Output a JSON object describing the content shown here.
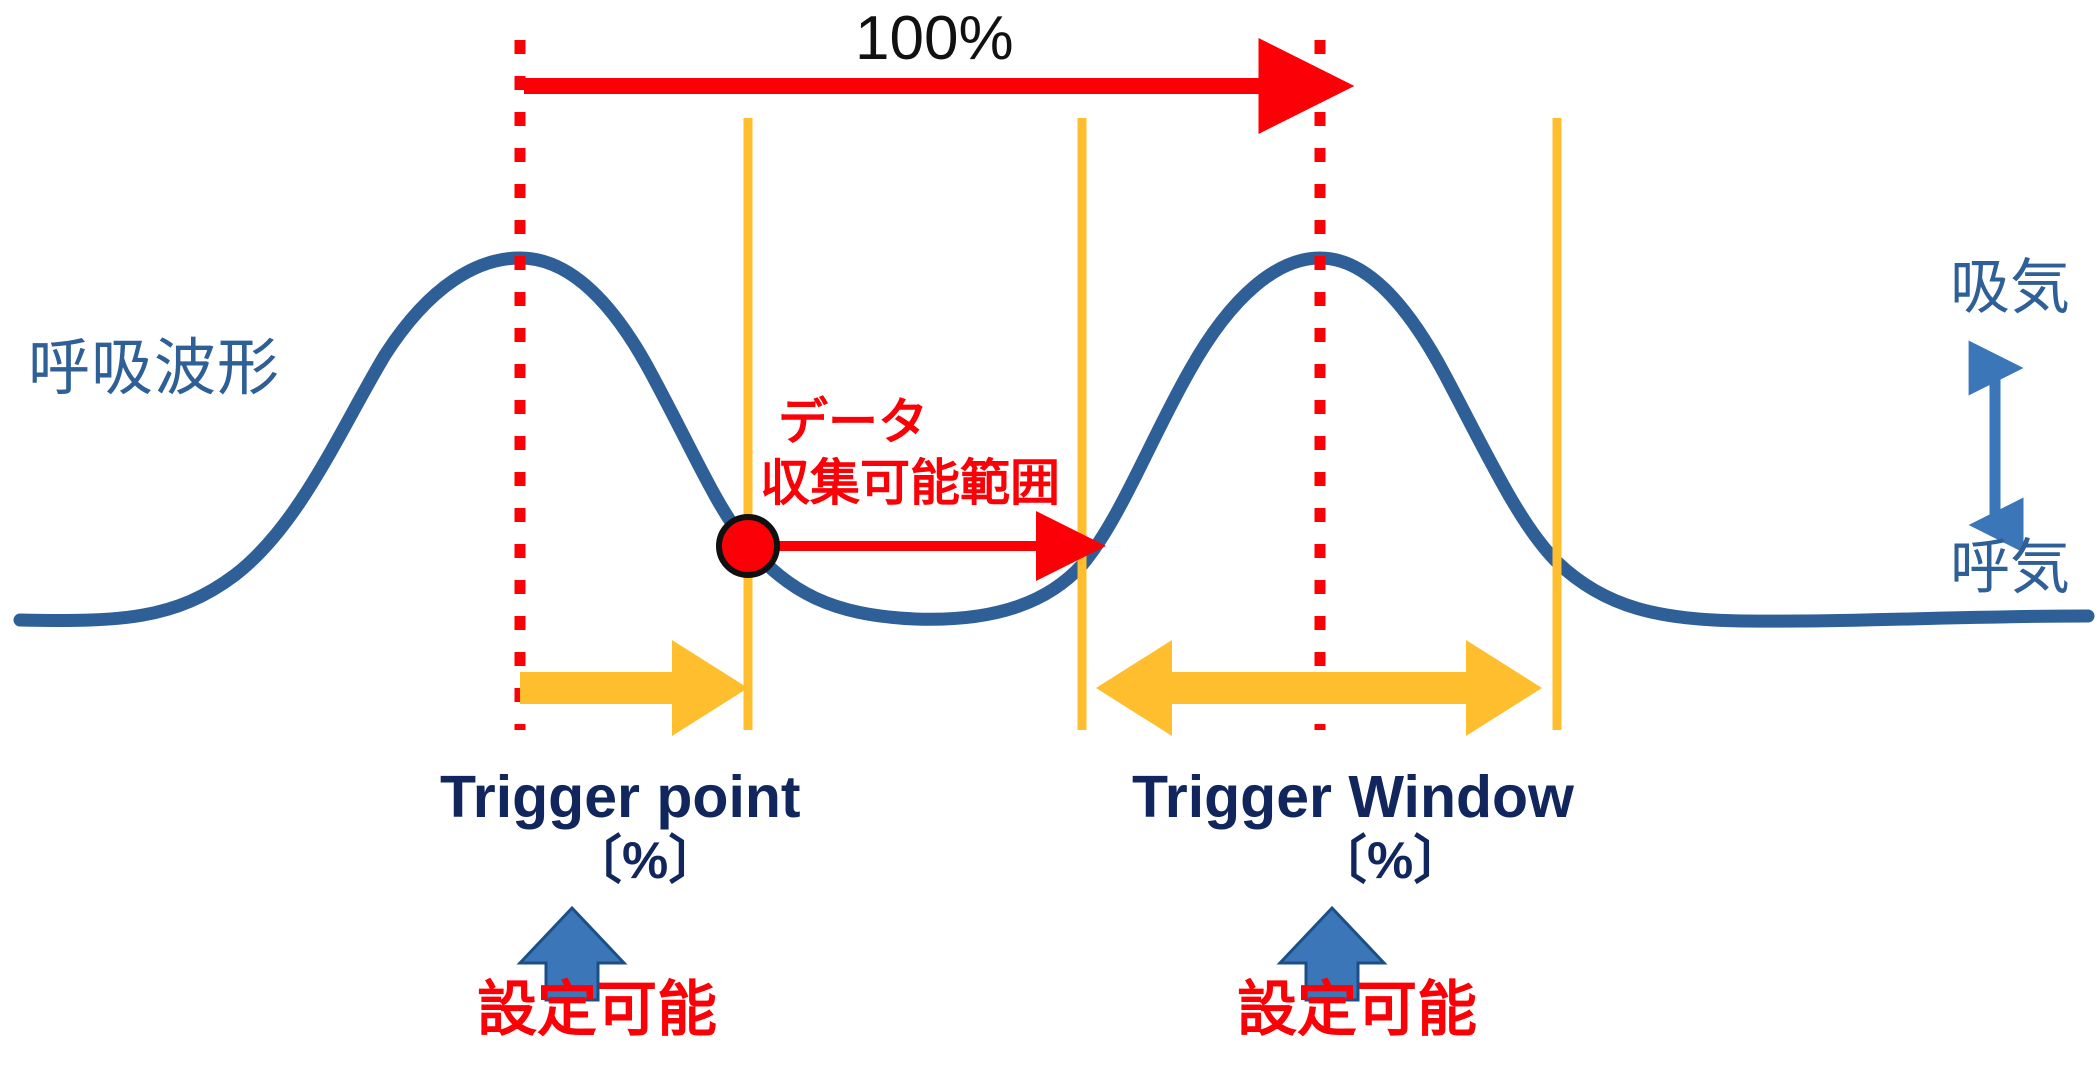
{
  "diagram": {
    "title_text": "100%",
    "waveform_label": "呼吸波形",
    "data_range_line1": "データ",
    "data_range_line2": "収集可能範囲",
    "trigger_point_label": "Trigger point",
    "trigger_point_unit": "〔%〕",
    "trigger_window_label": "Trigger Window",
    "trigger_window_unit": "〔%〕",
    "settable_left": "設定可能",
    "settable_right": "設定可能",
    "inhale_label": "吸気",
    "exhale_label": "呼気",
    "icons": {
      "up_arrow_left": "up-arrow-icon",
      "up_arrow_right": "up-arrow-icon",
      "vertical_double_arrow": "double-arrow-vertical-icon",
      "trigger_point_arrow": "right-arrow-icon",
      "trigger_window_arrow": "double-arrow-horizontal-icon",
      "data_range_arrow": "right-arrow-icon",
      "cycle_arrow": "right-arrow-icon",
      "trigger_marker": "red-dot-marker-icon"
    },
    "colors": {
      "waveform": "#2f5f97",
      "accent_red": "#fb0007",
      "accent_orange": "#ffbe2e",
      "navy_text": "#10265c",
      "blue_arrow": "#3a76b8",
      "black_text": "#111111",
      "background": "#ffffff"
    },
    "geometry": {
      "red_dashed_line_x": [
        520,
        1320
      ],
      "orange_line_x": [
        748,
        1082,
        1557
      ],
      "peak_y": 258,
      "baseline_y": 612,
      "trough_y": 618
    }
  },
  "chart_data": {
    "type": "line",
    "title": "100%",
    "xlabel": "",
    "ylabel": "",
    "series": [
      {
        "name": "呼吸波形",
        "description": "Periodic respiratory waveform with two inspiratory peaks",
        "points_x": [
          20,
          120,
          230,
          330,
          420,
          520,
          620,
          700,
          748,
          830,
          950,
          1082,
          1180,
          1250,
          1320,
          1400,
          1480,
          1557,
          1650,
          1780,
          1900,
          2000,
          2080
        ],
        "points_y": [
          618,
          612,
          575,
          470,
          330,
          258,
          370,
          490,
          545,
          600,
          618,
          570,
          450,
          330,
          258,
          350,
          480,
          560,
          600,
          618,
          612,
          615,
          615
        ]
      }
    ],
    "markers": [
      {
        "name": "trigger-point-marker",
        "x": 748,
        "y": 545,
        "color": "#fb0007",
        "label": ""
      }
    ],
    "annotations": [
      {
        "name": "cycle-span",
        "label": "100%",
        "from_x": 520,
        "to_x": 1320,
        "y": 68,
        "color": "#fb0007"
      },
      {
        "name": "data-collection-range",
        "label": "データ 収集可能範囲",
        "from_x": 748,
        "to_x": 1082,
        "y": 545,
        "color": "#fb0007"
      },
      {
        "name": "trigger-point-span",
        "label": "Trigger point 〔%〕",
        "from_x": 520,
        "to_x": 748,
        "y": 690,
        "color": "#ffbe2e"
      },
      {
        "name": "trigger-window-span",
        "label": "Trigger Window 〔%〕",
        "from_x": 1082,
        "to_x": 1557,
        "y": 690,
        "color": "#ffbe2e"
      }
    ],
    "axis_labels": {
      "top": "吸気",
      "bottom": "呼気"
    },
    "grid": false,
    "legend": "none"
  }
}
